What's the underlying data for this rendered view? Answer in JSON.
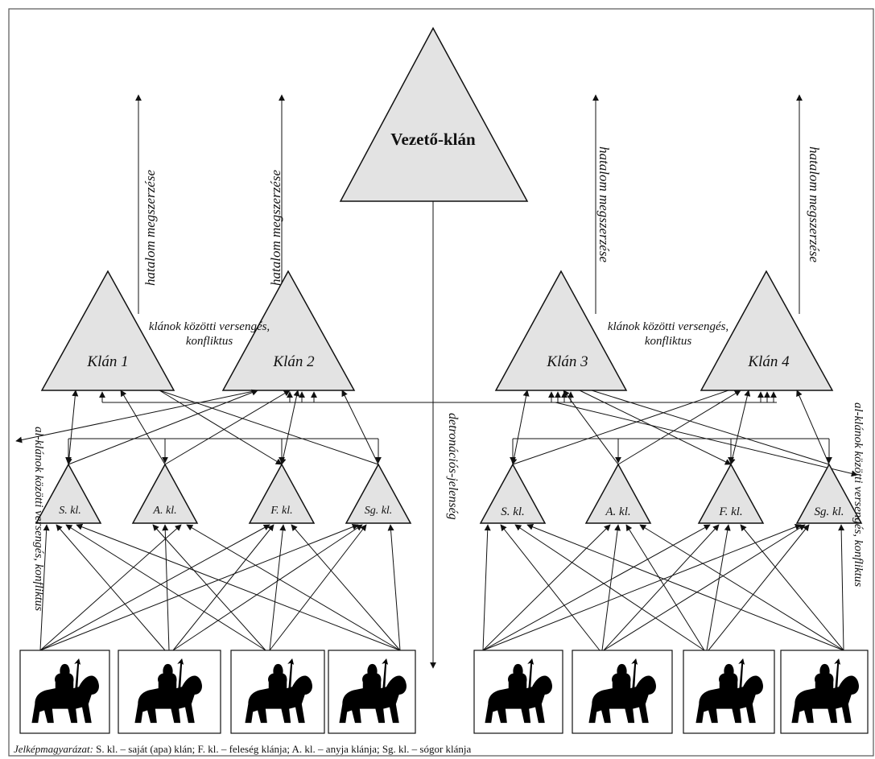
{
  "leader": "Vezető-klán",
  "clans": [
    "Klán 1",
    "Klán 2",
    "Klán 3",
    "Klán 4"
  ],
  "power_label": "hatalom megszerzése",
  "conflict_label_1": "klánok közötti versengés,",
  "conflict_label_2": "konfliktus",
  "dethronement_label": "detronációs-jelenség",
  "subclan_conflict_label": "al-klánok közötti versengés, konfliktus",
  "subclans_left": [
    "S. kl.",
    "A. kl.",
    "F. kl.",
    "Sg. kl."
  ],
  "subclans_right": [
    "S. kl.",
    "A. kl.",
    "F. kl.",
    "Sg. kl."
  ],
  "rider_icon": "horse-rider-icon",
  "legend_title": "Jelképmagyarázat:",
  "legend_text": " S. kl. – saját (apa) klán; F. kl. – feleség klánja; A. kl. – anyja klánja; Sg. kl. – sógor klánja"
}
